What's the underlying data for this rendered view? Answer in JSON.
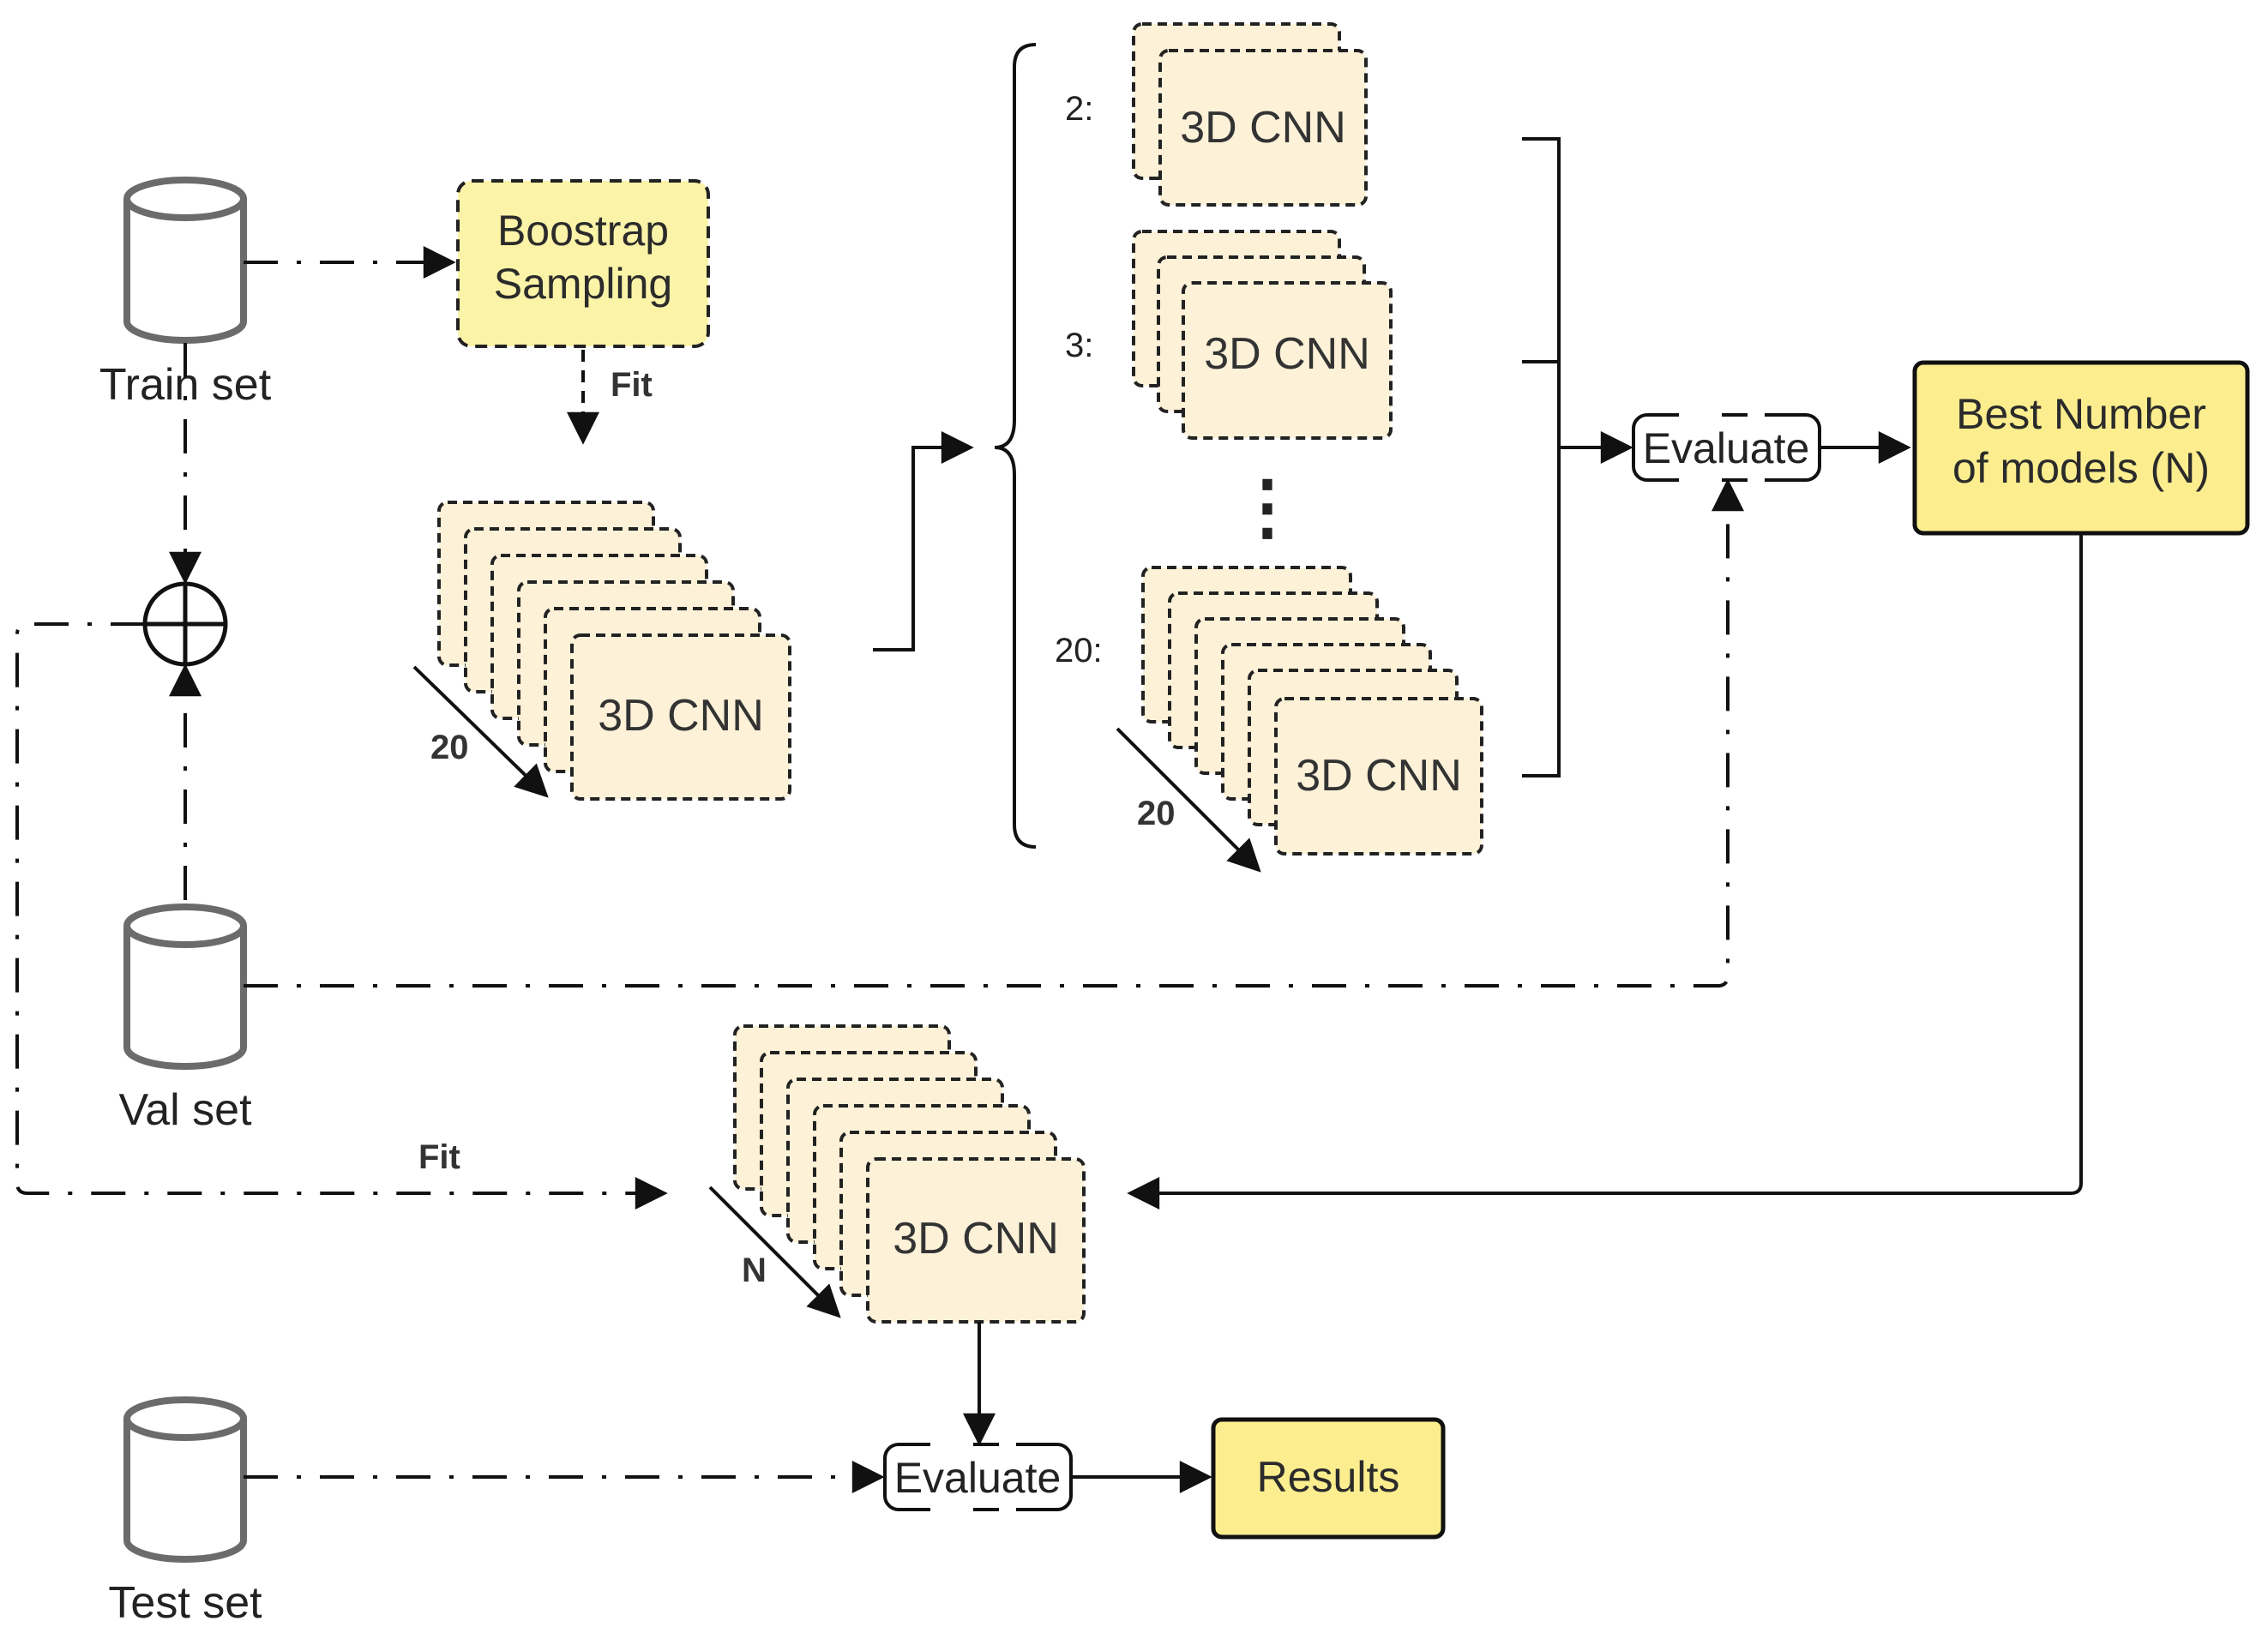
{
  "datasets": {
    "train": "Train set",
    "val": "Val set",
    "test": "Test set"
  },
  "sampling": {
    "line1": "Boostrap",
    "line2": "Sampling",
    "fit_label": "Fit"
  },
  "models": {
    "cnn_label": "3D CNN",
    "count_20": "20",
    "count_n": "N"
  },
  "ensembles": {
    "prefix_2": "2:",
    "prefix_3": "3:",
    "prefix_20": "20:",
    "ellipsis": "⋮"
  },
  "evaluate_label": "Evaluate",
  "best": {
    "line1": "Best Number",
    "line2": "of models (N)"
  },
  "final_fit_label": "Fit",
  "results_label": "Results",
  "colors": {
    "card_fill": "#fdf1d8",
    "yellow_box": "#fcee8f",
    "sampling_box": "#fbf3a8",
    "cylinder_stroke": "#6b6b6b"
  }
}
